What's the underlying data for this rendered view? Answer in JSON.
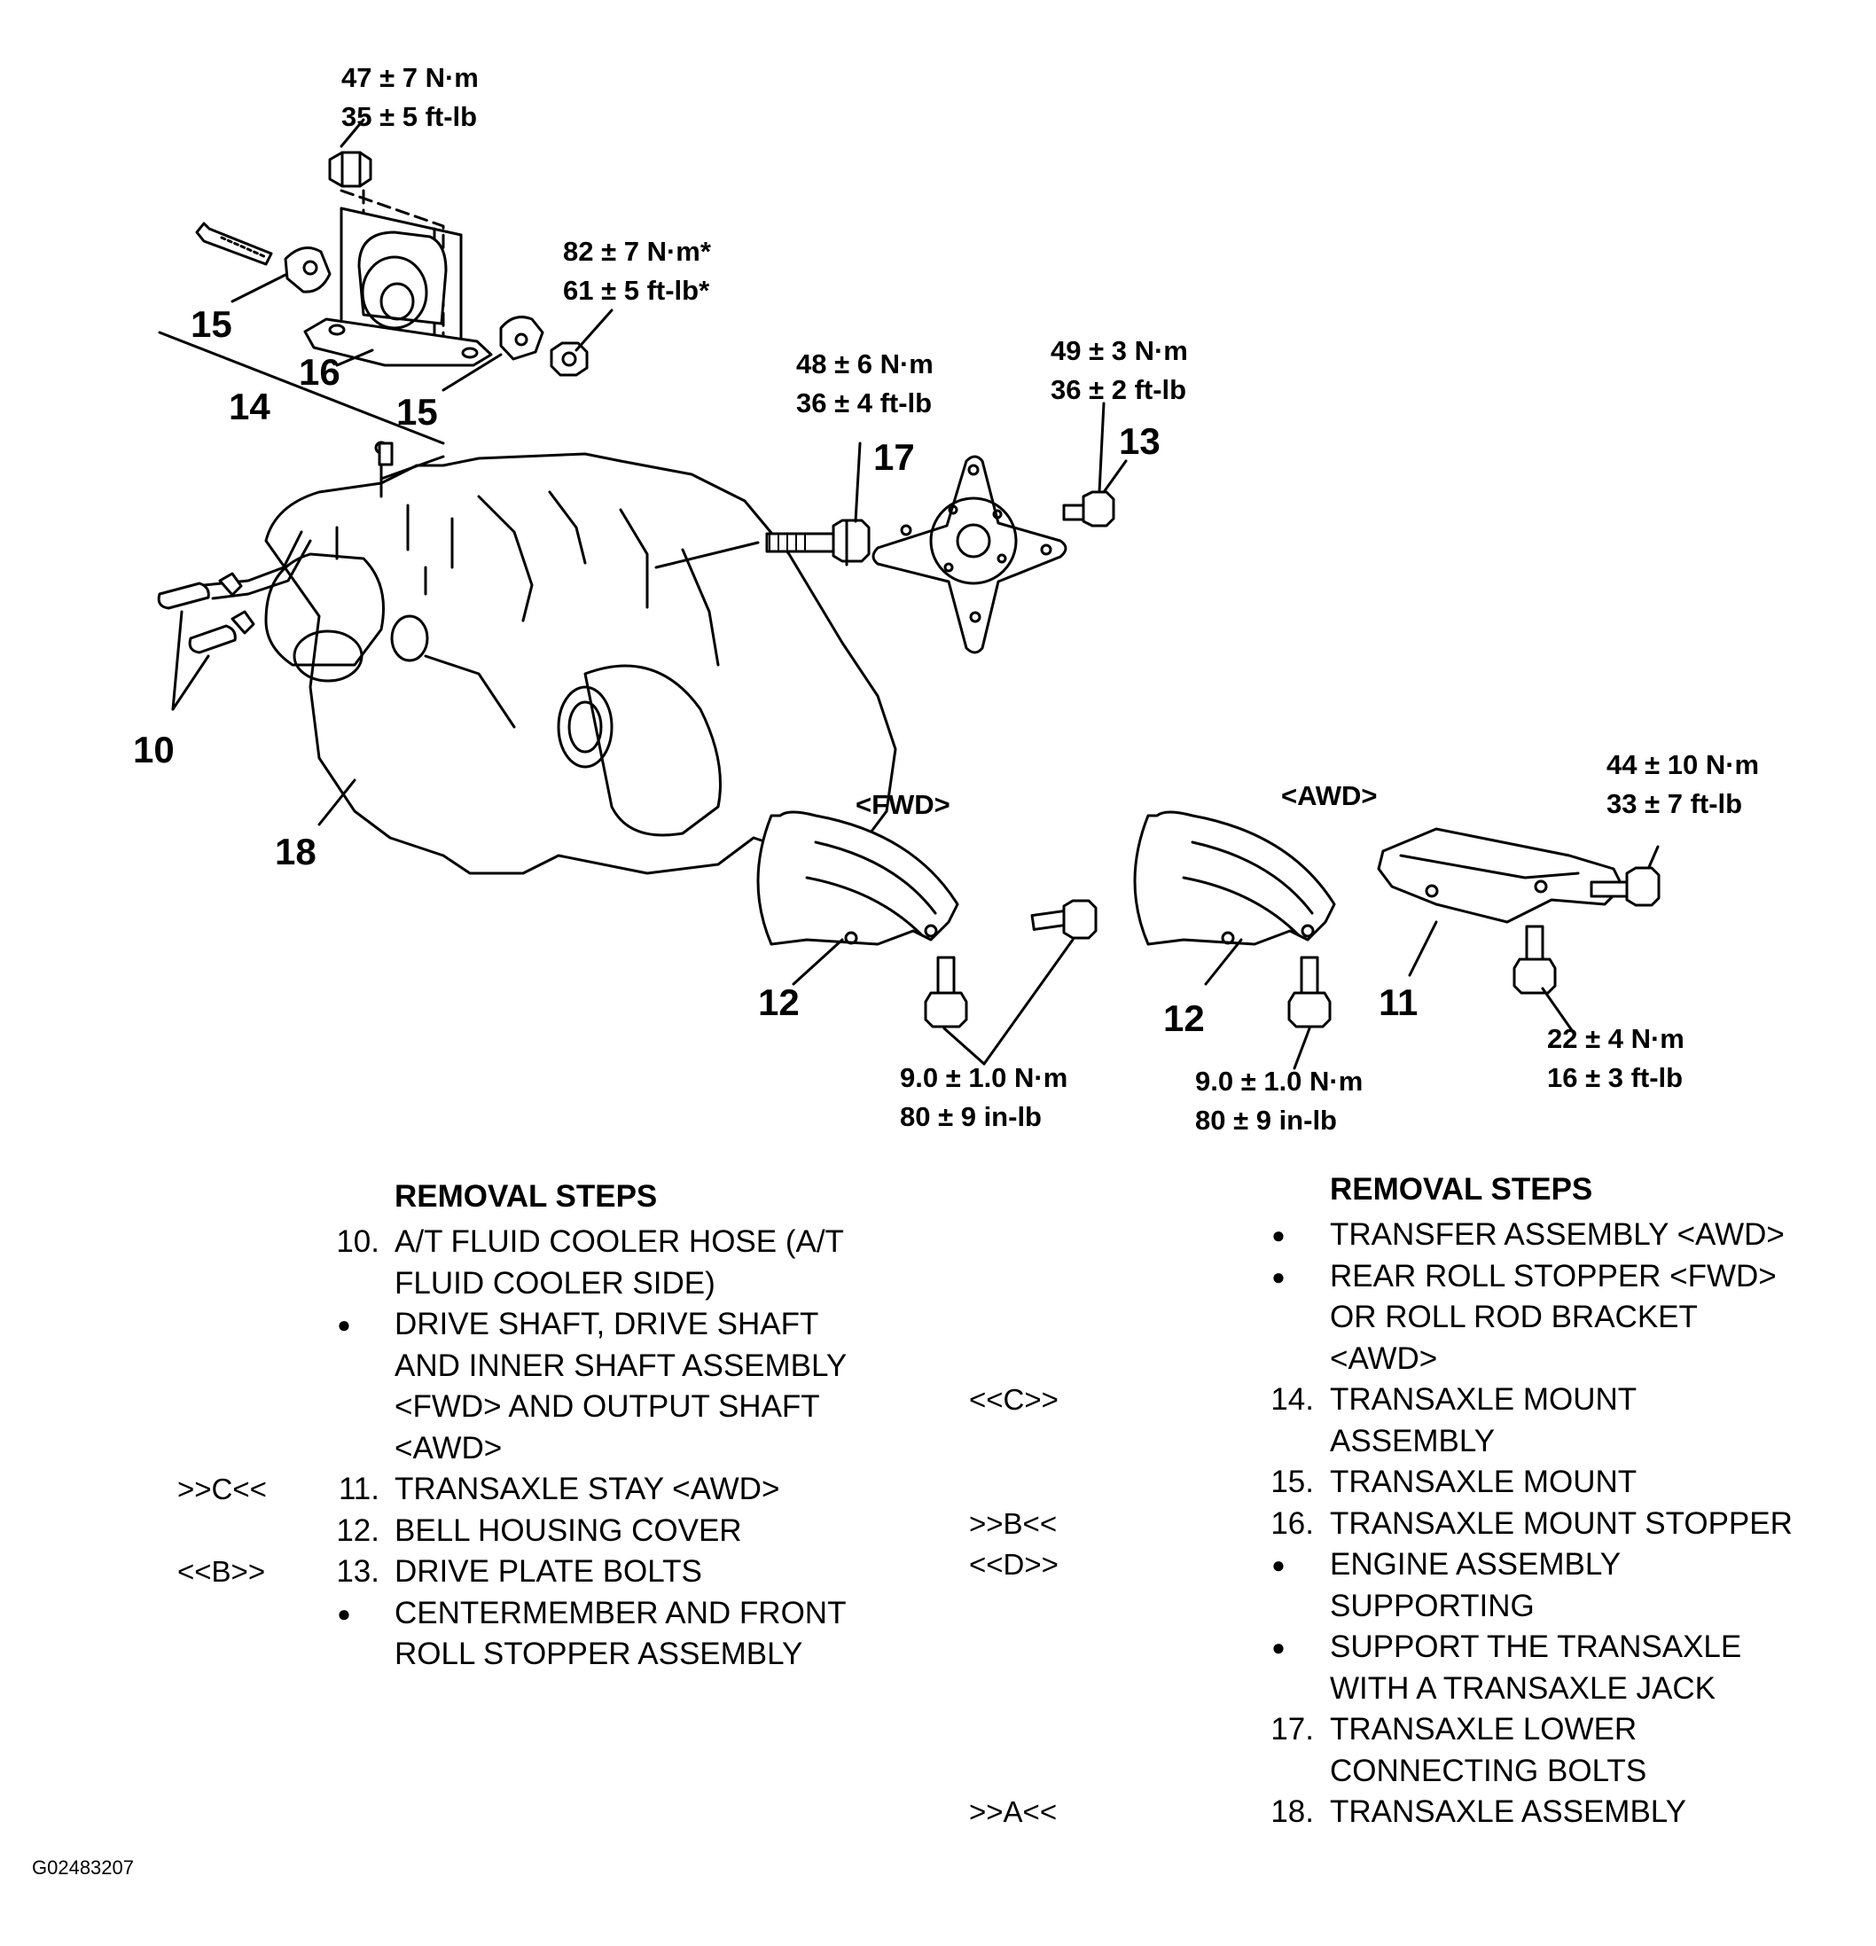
{
  "torques": {
    "mount_top": [
      "47 ± 7 N·m",
      "35 ± 5 ft-lb"
    ],
    "mount_nut": [
      "82 ± 7 N·m*",
      "61 ± 5 ft-lb*"
    ],
    "bolt_17": [
      "48 ± 6 N·m",
      "36 ± 4 ft-lb"
    ],
    "bolt_13": [
      "49 ± 3 N·m",
      "36 ± 2 ft-lb"
    ],
    "stay_upper": [
      "44 ± 10 N·m",
      "33 ± 7 ft-lb"
    ],
    "stay_lower": [
      "22 ± 4 N·m",
      "16 ± 3 ft-lb"
    ],
    "cover_fwd": [
      "9.0 ± 1.0 N·m",
      "80 ± 9 in-lb"
    ],
    "cover_awd": [
      "9.0 ± 1.0 N·m",
      "80 ± 9 in-lb"
    ]
  },
  "callouts": {
    "c10": "10",
    "c11": "11",
    "c12a": "12",
    "c12b": "12",
    "c13": "13",
    "c14": "14",
    "c15a": "15",
    "c15b": "15",
    "c16": "16",
    "c17": "17",
    "c18": "18"
  },
  "variants": {
    "fwd": "<FWD>",
    "awd": "<AWD>"
  },
  "left_steps": {
    "title": "REMOVAL STEPS",
    "items": [
      {
        "num": "10.",
        "lines": [
          "A/T FLUID COOLER HOSE (A/T",
          "FLUID COOLER SIDE)"
        ]
      },
      {
        "bullet": "●",
        "lines": [
          "DRIVE SHAFT, DRIVE SHAFT",
          "AND INNER SHAFT ASSEMBLY",
          "<FWD> AND OUTPUT SHAFT",
          "<AWD>"
        ]
      },
      {
        "ref": ">>C<<",
        "num": "11.",
        "lines": [
          "TRANSAXLE STAY <AWD>"
        ]
      },
      {
        "num": "12.",
        "lines": [
          "BELL HOUSING COVER"
        ]
      },
      {
        "ref": "<<B>>",
        "num": "13.",
        "lines": [
          "DRIVE PLATE BOLTS"
        ]
      },
      {
        "bullet": "●",
        "lines": [
          "CENTERMEMBER AND FRONT",
          "ROLL STOPPER ASSEMBLY"
        ]
      }
    ]
  },
  "right_steps": {
    "title": "REMOVAL STEPS",
    "items": [
      {
        "bullet": "●",
        "lines": [
          "TRANSFER ASSEMBLY <AWD>"
        ]
      },
      {
        "bullet": "●",
        "lines": [
          "REAR ROLL STOPPER <FWD>",
          "OR ROLL ROD BRACKET",
          "<AWD>"
        ]
      },
      {
        "ref": "<<C>>",
        "num": "14.",
        "lines": [
          "TRANSAXLE MOUNT",
          "ASSEMBLY"
        ]
      },
      {
        "num": "15.",
        "lines": [
          "TRANSAXLE MOUNT"
        ]
      },
      {
        "ref": ">>B<<",
        "num": "16.",
        "lines": [
          "TRANSAXLE MOUNT STOPPER"
        ]
      },
      {
        "ref": "<<D>>",
        "bullet": "●",
        "lines": [
          "ENGINE ASSEMBLY",
          "SUPPORTING"
        ]
      },
      {
        "bullet": "●",
        "lines": [
          "SUPPORT THE TRANSAXLE",
          "WITH A TRANSAXLE JACK"
        ]
      },
      {
        "num": "17.",
        "lines": [
          "TRANSAXLE LOWER",
          "CONNECTING BOLTS"
        ]
      },
      {
        "ref": ">>A<<",
        "num": "18.",
        "lines": [
          "TRANSAXLE ASSEMBLY"
        ]
      }
    ]
  },
  "figure_id": "G02483207",
  "colors": {
    "ink": "#000000",
    "paper": "#ffffff",
    "shade": "#d9d9d9"
  }
}
